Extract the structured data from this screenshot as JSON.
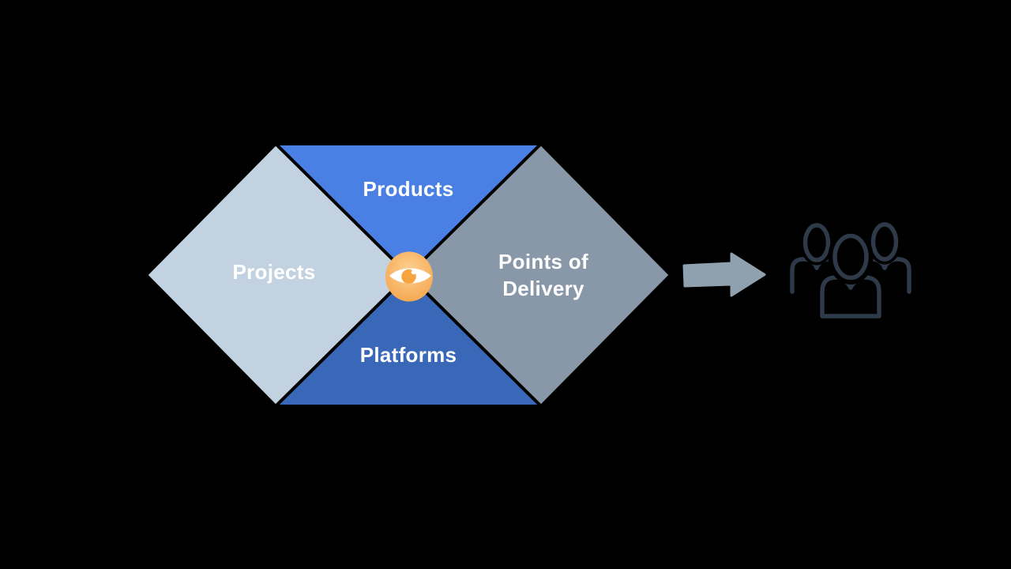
{
  "canvas": {
    "background_color": "#000000"
  },
  "diagram": {
    "title": "4P portfolio diamond",
    "label_color": "#ffffff",
    "gap_color": "#000000",
    "segments": [
      {
        "id": "products",
        "label": "Products",
        "color": "#4a80e4",
        "position": "top"
      },
      {
        "id": "projects",
        "label": "Projects",
        "color": "#c3d2e0",
        "position": "left"
      },
      {
        "id": "points-of-delivery",
        "label": "Points of Delivery",
        "label_lines": [
          "Points of",
          "Delivery"
        ],
        "color": "#8898a8",
        "position": "right"
      },
      {
        "id": "platforms",
        "label": "Platforms",
        "color": "#3a68b8",
        "position": "bottom"
      }
    ],
    "center_badge": {
      "icon": "eye-icon",
      "color_outer": "#f5a348",
      "color_inner": "#fdd094",
      "eye_white": "#ffffff",
      "iris_color": "#f6a43e"
    }
  },
  "flow": {
    "arrow": {
      "icon": "arrow-right-icon",
      "color": "#8fa0ae",
      "direction": "right"
    },
    "audience": {
      "icon": "people-group-icon",
      "color": "#2e3a48",
      "person_count": 3
    }
  }
}
